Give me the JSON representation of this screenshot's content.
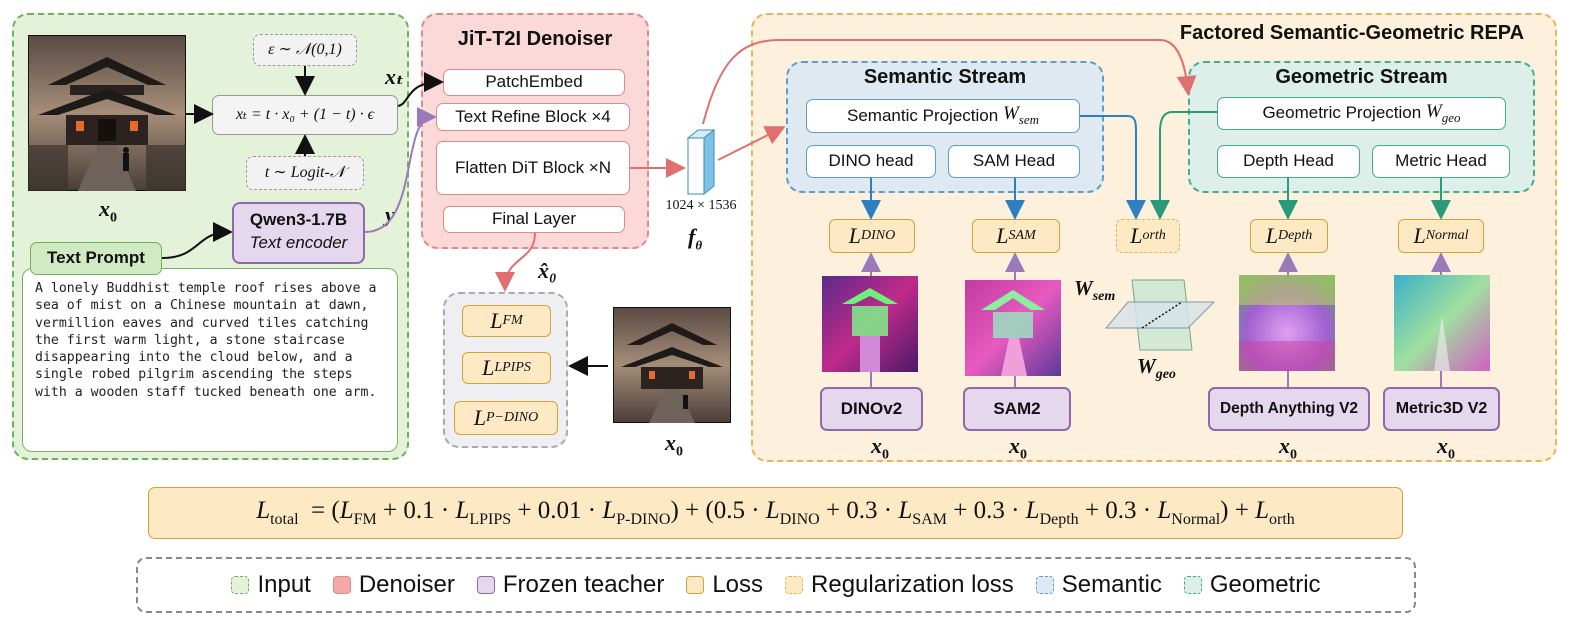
{
  "colors": {
    "input_fill": "#e4f2da",
    "input_border": "#6fb05a",
    "denoiser_fill": "#fbd9d9",
    "denoiser_border": "#e08a8a",
    "teacher_fill": "#e4d7ee",
    "teacher_border": "#8e6aa9",
    "loss_fill": "#fde9c4",
    "loss_border": "#d5a23a",
    "reg_fill": "#fdf0dc",
    "reg_border": "#e6b45a",
    "semantic_fill": "#dfe9f1",
    "semantic_border": "#5f9dc7",
    "geometric_fill": "#dcefe9",
    "geometric_border": "#48aa8f",
    "arrow_red": "#e07070",
    "arrow_blue": "#2e7fbf",
    "arrow_teal": "#2a9a7a",
    "arrow_purple": "#9a7ab8",
    "arrow_black": "#111111"
  },
  "input": {
    "x0_label": "x",
    "x0_sub": "0",
    "noise_formula": "ε ∼ 𝒩(0,1)",
    "interp_formula": "xₜ = t · x₀ + (1 − t) · ϵ",
    "t_formula": "t ∼ Logit-𝒩",
    "xt_label": "xₜ",
    "y_label": "y",
    "encoder_name": "Qwen3-1.7B",
    "encoder_role": "Text encoder",
    "prompt_title": "Text Prompt",
    "prompt_text": "A lonely Buddhist temple roof rises above a sea of mist on a Chinese mountain at dawn, vermillion eaves and curved tiles catching the first warm light, a stone staircase disappearing into the cloud below, and a single robed pilgrim ascending the steps with a wooden staff tucked beneath one arm."
  },
  "denoiser": {
    "title": "JiT-T2I Denoiser",
    "blocks": [
      "PatchEmbed",
      "Text Refine Block ×4",
      "Flatten DiT Block ×N",
      "Final Layer"
    ],
    "xhat_label": "x̂₀",
    "feature_dims": "1024 × 1536",
    "feature_label": "f",
    "feature_sub": "θ"
  },
  "pixel_losses": [
    {
      "base": "L",
      "sub": "FM"
    },
    {
      "base": "L",
      "sub": "LPIPS"
    },
    {
      "base": "L",
      "sub": "P−DINO"
    }
  ],
  "repa": {
    "title": "Factored Semantic-Geometric REPA",
    "semantic": {
      "title": "Semantic Stream",
      "projection_text": "Semantic Projection",
      "projection_math": "W",
      "projection_sub": "sem",
      "heads": [
        "DINO head",
        "SAM Head"
      ]
    },
    "geometric": {
      "title": "Geometric Stream",
      "projection_text": "Geometric Projection",
      "projection_math": "W",
      "projection_sub": "geo",
      "heads": [
        "Depth Head",
        "Metric Head"
      ]
    },
    "losses": [
      {
        "base": "L",
        "sub": "DINO"
      },
      {
        "base": "L",
        "sub": "SAM"
      },
      {
        "base": "L",
        "sub": "orth"
      },
      {
        "base": "L",
        "sub": "Depth"
      },
      {
        "base": "L",
        "sub": "Normal"
      }
    ],
    "teachers": [
      "DINOv2",
      "SAM2",
      "Depth Anything V2",
      "Metric3D V2"
    ],
    "w_sem_label": "W",
    "w_sem_sub": "sem",
    "w_geo_label": "W",
    "w_geo_sub": "geo"
  },
  "total_loss": {
    "lhs": "L",
    "lhs_sub": "total",
    "terms": "= (L_FM + 0.1 · L_LPIPS + 0.01 · L_P-DINO) + (0.5 · L_DINO + 0.3 · L_SAM + 0.3 · L_Depth + 0.3 · L_Normal) + L_orth",
    "parts": [
      {
        "t": " = ("
      },
      {
        "b": "L",
        "s": "FM"
      },
      {
        "t": " + 0.1 · "
      },
      {
        "b": "L",
        "s": "LPIPS"
      },
      {
        "t": " + 0.01 · "
      },
      {
        "b": "L",
        "s": "P-DINO"
      },
      {
        "t": ") + (0.5 · "
      },
      {
        "b": "L",
        "s": "DINO"
      },
      {
        "t": " + 0.3 · "
      },
      {
        "b": "L",
        "s": "SAM"
      },
      {
        "t": " + 0.3 · "
      },
      {
        "b": "L",
        "s": "Depth"
      },
      {
        "t": " + 0.3 · "
      },
      {
        "b": "L",
        "s": "Normal"
      },
      {
        "t": ") + "
      },
      {
        "b": "L",
        "s": "orth"
      }
    ]
  },
  "legend": [
    {
      "label": "Input",
      "fill": "#e4f2da",
      "border": "#6fb05a",
      "dashed": true
    },
    {
      "label": "Denoiser",
      "fill": "#f4a9a9",
      "border": "#e08a8a",
      "dashed": false
    },
    {
      "label": "Frozen teacher",
      "fill": "#e4d7ee",
      "border": "#8e6aa9",
      "dashed": false
    },
    {
      "label": "Loss",
      "fill": "#fde9c4",
      "border": "#d5a23a",
      "dashed": false
    },
    {
      "label": "Regularization loss",
      "fill": "#fde9c4",
      "border": "#e6b45a",
      "dashed": true
    },
    {
      "label": "Semantic",
      "fill": "#dfe9f1",
      "border": "#5f9dc7",
      "dashed": true
    },
    {
      "label": "Geometric",
      "fill": "#dcefe9",
      "border": "#48aa8f",
      "dashed": true
    }
  ]
}
